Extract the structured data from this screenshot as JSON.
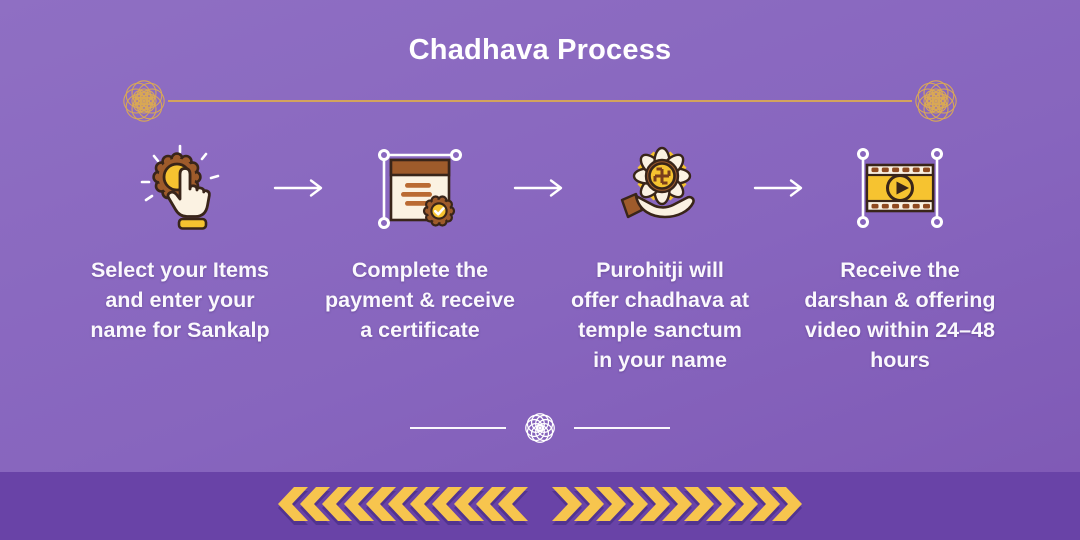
{
  "title": "Chadhava Process",
  "steps": [
    {
      "icon": "select-items",
      "caption": "Select your Items\nand enter your\nname for Sankalp"
    },
    {
      "icon": "payment-certificate",
      "caption": "Complete the\npayment & receive\na certificate"
    },
    {
      "icon": "purohit-offering",
      "caption": "Purohitji will\noffer chadhava at\ntemple sanctum\nin your name"
    },
    {
      "icon": "darshan-video",
      "caption": "Receive the\ndarshan & offering\nvideo within 24–48\nhours"
    }
  ],
  "colors": {
    "background_top": "#8F6FC3",
    "background_bottom": "#7E58B4",
    "footer_band": "#6943A7",
    "chevron_gold": "#F7C54E",
    "chevron_shadow": "#523390",
    "ornament_gold": "#D9A855",
    "text_white": "#FAF8FD",
    "icon_brown": "#9E5B2B",
    "icon_brown_light": "#BA6B33",
    "icon_outline": "#392519",
    "icon_cream": "#FBF2E2",
    "icon_yellow": "#F6C330"
  }
}
